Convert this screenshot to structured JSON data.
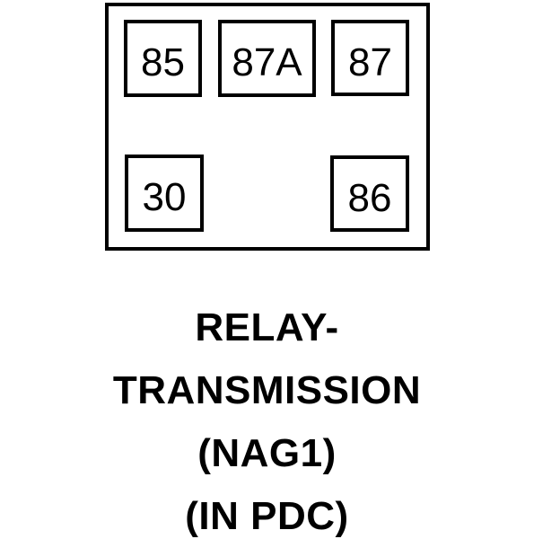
{
  "diagram": {
    "type": "relay-pinout",
    "terminals": [
      {
        "id": "85",
        "label": "85"
      },
      {
        "id": "87A",
        "label": "87A"
      },
      {
        "id": "87",
        "label": "87"
      },
      {
        "id": "30",
        "label": "30"
      },
      {
        "id": "86",
        "label": "86"
      }
    ],
    "caption_lines": [
      "RELAY-",
      "TRANSMISSION",
      "(NAG1)",
      "(IN PDC)"
    ],
    "colors": {
      "line": "#000000",
      "background": "#ffffff"
    }
  }
}
